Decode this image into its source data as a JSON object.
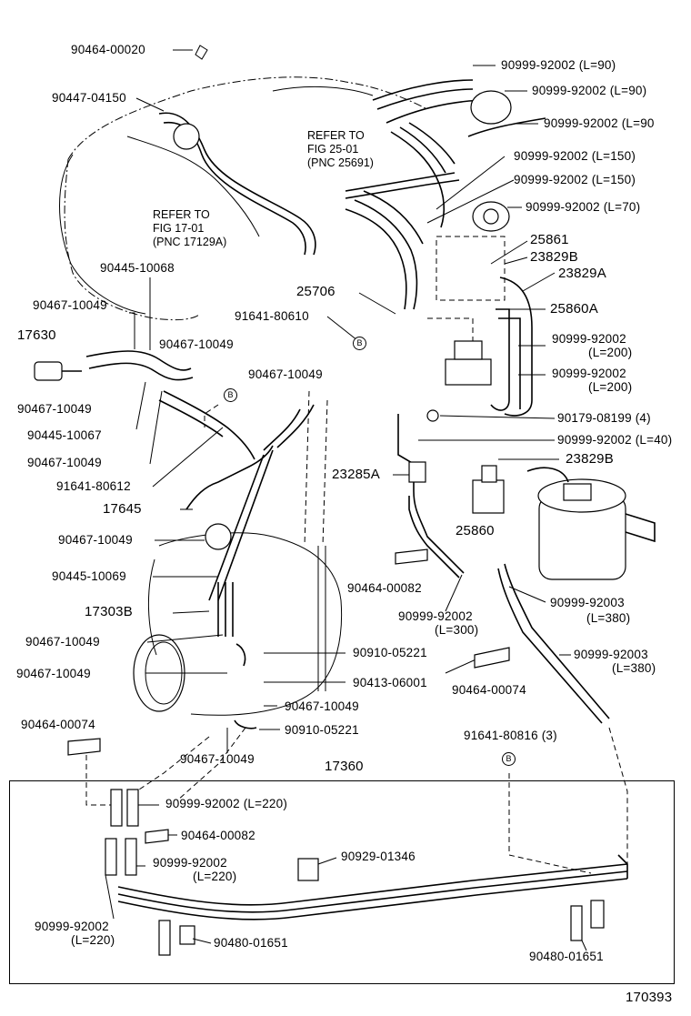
{
  "diagram_id": "170393",
  "group_label": "17360",
  "callouts": {
    "c_90464_00020": "90464-00020",
    "c_90447_04150": "90447-04150",
    "c_90999_l90a": "90999-92002 (L=90)",
    "c_90999_l90b": "90999-92002 (L=90)",
    "c_90999_l90c": "90999-92002 (L=90",
    "c_90999_l150a": "90999-92002 (L=150)",
    "c_90999_l150b": "90999-92002 (L=150)",
    "c_90999_l70": "90999-92002 (L=70)",
    "c_25861": "25861",
    "c_23829b_top": "23829B",
    "c_23829a": "23829A",
    "c_25860a": "25860A",
    "c_90999_l200a_1": "90999-92002",
    "c_90999_l200a_2": "(L=200)",
    "c_90999_l200b_1": "90999-92002",
    "c_90999_l200b_2": "(L=200)",
    "c_90179": "90179-08199 (4)",
    "c_90999_l40": "90999-92002 (L=40)",
    "c_23829b_mid": "23829B",
    "c_23285a": "23285A",
    "c_25860": "25860",
    "c_25706": "25706",
    "c_91641_80610": "91641-80610",
    "c_90445_10068": "90445-10068",
    "c_90467_a": "90467-10049",
    "c_17630": "17630",
    "c_90467_b": "90467-10049",
    "c_90467_c": "90467-10049",
    "c_90467_d": "90467-10049",
    "c_90445_10067": "90445-10067",
    "c_90467_e": "90467-10049",
    "c_91641_80612": "91641-80612",
    "c_17645": "17645",
    "c_90467_f": "90467-10049",
    "c_90445_10069": "90445-10069",
    "c_17303b": "17303B",
    "c_90467_g": "90467-10049",
    "c_90467_h": "90467-10049",
    "c_90464_00082_mid": "90464-00082",
    "c_90999_l300_1": "90999-92002",
    "c_90999_l300_2": "(L=300)",
    "c_90999_92003a_1": "90999-92003",
    "c_90999_92003a_2": "(L=380)",
    "c_90999_92003b_1": "90999-92003",
    "c_90999_92003b_2": "(L=380)",
    "c_90464_00074_mid": "90464-00074",
    "c_90910_a": "90910-05221",
    "c_90413": "90413-06001",
    "c_90467_i": "90467-10049",
    "c_90910_b": "90910-05221",
    "c_90467_j": "90467-10049",
    "c_90464_00074_left": "90464-00074",
    "c_91641_80816": "91641-80816 (3)",
    "c_90999_l220a": "90999-92002 (L=220)",
    "c_90464_00082_low": "90464-00082",
    "c_90999_l220b_1": "90999-92002",
    "c_90999_l220b_2": "(L=220)",
    "c_90929": "90929-01346",
    "c_90999_l220c_1": "90999-92002",
    "c_90999_l220c_2": "(L=220)",
    "c_90480_a": "90480-01651",
    "c_90480_b": "90480-01651"
  },
  "references": {
    "ref_25_line1": "REFER TO",
    "ref_25_line2": "FIG 25-01",
    "ref_25_line3": "(PNC 25691)",
    "ref_17_line1": "REFER TO",
    "ref_17_line2": "FIG 17-01",
    "ref_17_line3": "(PNC 17129A)"
  },
  "markers": {
    "b": "B"
  }
}
